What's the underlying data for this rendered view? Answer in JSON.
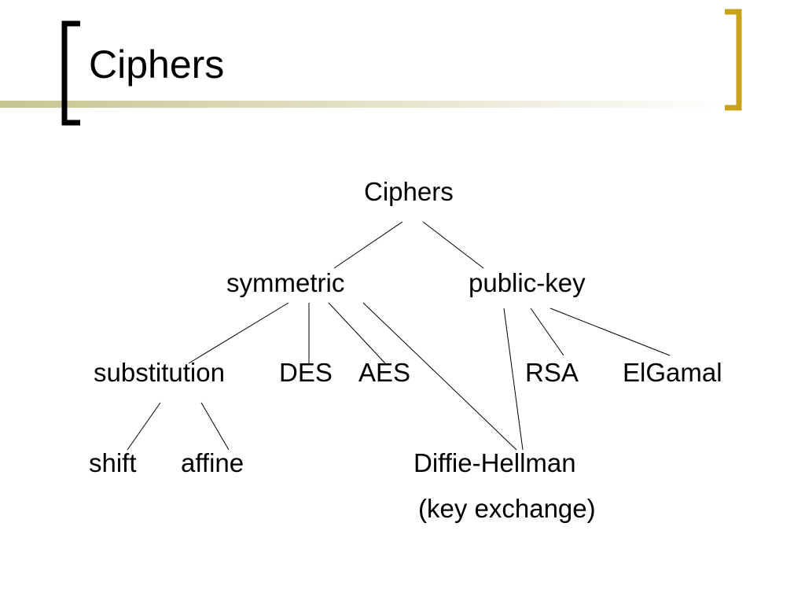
{
  "slide": {
    "title": "Ciphers"
  },
  "diagram": {
    "root": "Ciphers",
    "nodes": {
      "symmetric": "symmetric",
      "public_key": "public-key",
      "substitution": "substitution",
      "des": "DES",
      "aes": "AES",
      "rsa": "RSA",
      "elgamal": "ElGamal",
      "shift": "shift",
      "affine": "affine",
      "diffie_hellman": "Diffie-Hellman",
      "key_exchange": "(key exchange)"
    },
    "edges": [
      [
        "root",
        "symmetric"
      ],
      [
        "root",
        "public_key"
      ],
      [
        "symmetric",
        "substitution"
      ],
      [
        "symmetric",
        "des"
      ],
      [
        "symmetric",
        "aes"
      ],
      [
        "symmetric",
        "diffie_hellman"
      ],
      [
        "public_key",
        "diffie_hellman"
      ],
      [
        "public_key",
        "rsa"
      ],
      [
        "public_key",
        "elgamal"
      ],
      [
        "substitution",
        "shift"
      ],
      [
        "substitution",
        "affine"
      ]
    ]
  },
  "colors": {
    "bracket_left": "#000000",
    "bracket_right": "#c9a11a",
    "rule_start": "#c8c490",
    "rule_end": "#ffffff"
  }
}
